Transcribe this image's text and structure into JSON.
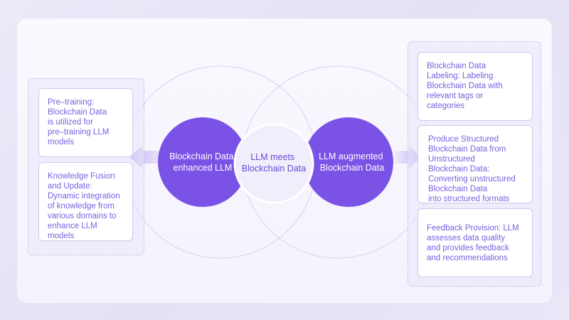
{
  "diagram": {
    "left_circle_label": "Blockchain Data\nenhanced LLM",
    "center_circle_label": "LLM meets\nBlockchain Data",
    "right_circle_label": "LLM augmented\nBlockchain Data",
    "left_items": [
      "Pre–training:\nBlockchain Data\nis utilized for\npre–training LLM\nmodels",
      "Knowledge Fusion\nand Update:\nDynamic integration\nof knowledge from\nvarious domains to\nenhance LLM models"
    ],
    "right_items": [
      "Blockchain Data\nLabeling: Labeling\nBlockchain Data with\nrelevant tags or\ncategories",
      "Produce Structured\nBlockchain Data from\nUnstructured\nBlockchain Data:\nConverting unstructured\nBlockchain Data\ninto structured formats",
      "Feedback Provision: LLM\nassesses data quality\nand provides feedback\nand recommendations"
    ],
    "colors": {
      "primary": "#7b52e6",
      "center_fill": "#f1eefc",
      "text_accent": "#7b5ee0",
      "outline": "#d3cdef"
    }
  }
}
